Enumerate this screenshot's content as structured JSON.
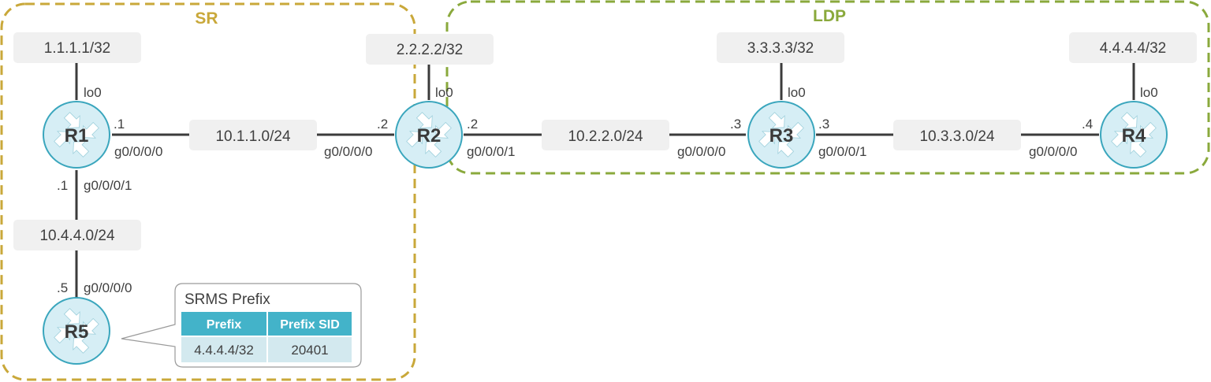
{
  "zones": {
    "sr": {
      "label": "SR",
      "color": "#c9a83a"
    },
    "ldp": {
      "label": "LDP",
      "color": "#8aa93c"
    }
  },
  "routers": [
    {
      "id": "r1",
      "label": "R1"
    },
    {
      "id": "r2",
      "label": "R2"
    },
    {
      "id": "r3",
      "label": "R3"
    },
    {
      "id": "r4",
      "label": "R4"
    },
    {
      "id": "r5",
      "label": "R5"
    }
  ],
  "loopbacks": {
    "r1": {
      "prefix": "1.1.1.1/32",
      "iface": "lo0"
    },
    "r2": {
      "prefix": "2.2.2.2/32",
      "iface": "lo0"
    },
    "r3": {
      "prefix": "3.3.3.3/32",
      "iface": "lo0"
    },
    "r4": {
      "prefix": "4.4.4.4/32",
      "iface": "lo0"
    }
  },
  "links": {
    "r1_r2": {
      "subnet": "10.1.1.0/24",
      "a_host": ".1",
      "a_iface": "g0/0/0/0",
      "b_host": ".2",
      "b_iface": "g0/0/0/0"
    },
    "r2_r3": {
      "subnet": "10.2.2.0/24",
      "a_host": ".2",
      "a_iface": "g0/0/0/1",
      "b_host": ".3",
      "b_iface": "g0/0/0/0"
    },
    "r3_r4": {
      "subnet": "10.3.3.0/24",
      "a_host": ".3",
      "a_iface": "g0/0/0/1",
      "b_host": ".4",
      "b_iface": "g0/0/0/0"
    },
    "r1_r5": {
      "subnet": "10.4.4.0/24",
      "a_host": ".1",
      "a_iface": "g0/0/0/1",
      "b_host": ".5",
      "b_iface": "g0/0/0/0"
    }
  },
  "srms": {
    "title": "SRMS Prefix",
    "columns": [
      "Prefix",
      "Prefix SID"
    ],
    "rows": [
      {
        "prefix": "4.4.4.4/32",
        "sid": "20401"
      }
    ]
  },
  "colors": {
    "router_fill": "#d6eef5",
    "router_stroke": "#3aa6bd",
    "label_box": "#f0f0f0",
    "table_header": "#43b3c9",
    "table_row": "#d3e9ef",
    "link": "#3b3b3b"
  }
}
